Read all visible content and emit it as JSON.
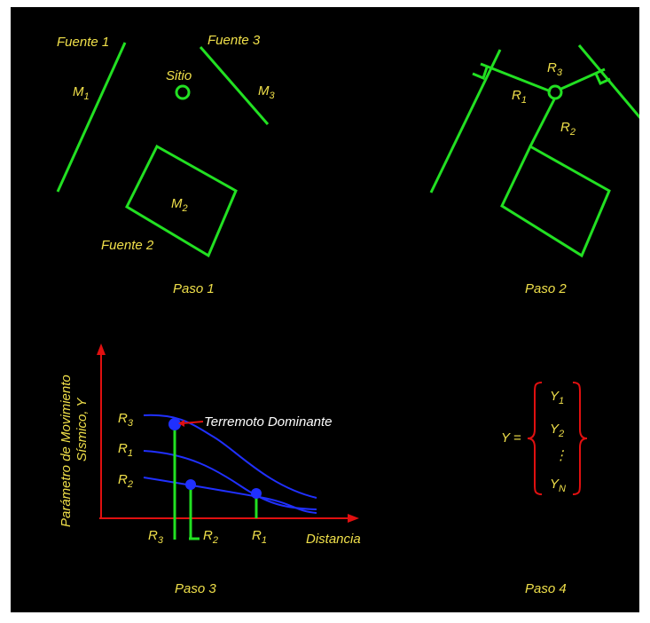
{
  "colors": {
    "background": "#000000",
    "text": "#f0e04a",
    "source_lines": "#22e022",
    "curves": "#2030ff",
    "axes_brackets": "#e01010",
    "watermark": "#ece5e5"
  },
  "paso1": {
    "fuente1": "Fuente 1",
    "fuente2": "Fuente 2",
    "fuente3": "Fuente 3",
    "sitio": "Sitio",
    "m1": {
      "base": "M",
      "sub": "1"
    },
    "m2": {
      "base": "M",
      "sub": "2"
    },
    "m3": {
      "base": "M",
      "sub": "3"
    },
    "caption": "Paso 1"
  },
  "paso2": {
    "r1": {
      "base": "R",
      "sub": "1"
    },
    "r2": {
      "base": "R",
      "sub": "2"
    },
    "r3": {
      "base": "R",
      "sub": "3"
    },
    "caption": "Paso 2"
  },
  "paso3": {
    "ylabel_line1": "Parámetro de Movimiento",
    "ylabel_line2": "Sísmico, Y",
    "xlabel": "Distancia",
    "annotation": "Terremoto Dominante",
    "curve_r3": {
      "base": "R",
      "sub": "3"
    },
    "curve_r1": {
      "base": "R",
      "sub": "1"
    },
    "curve_r2": {
      "base": "R",
      "sub": "2"
    },
    "tick_r3": {
      "base": "R",
      "sub": "3"
    },
    "tick_r2": {
      "base": "R",
      "sub": "2"
    },
    "tick_r1": {
      "base": "R",
      "sub": "1"
    },
    "caption": "Paso 3"
  },
  "paso4": {
    "lhs": "Y =",
    "y1": {
      "base": "Y",
      "sub": "1"
    },
    "y2": {
      "base": "Y",
      "sub": "2"
    },
    "dots": "⋮",
    "yn": {
      "base": "Y",
      "sub": "N"
    },
    "caption": "Paso 4"
  }
}
